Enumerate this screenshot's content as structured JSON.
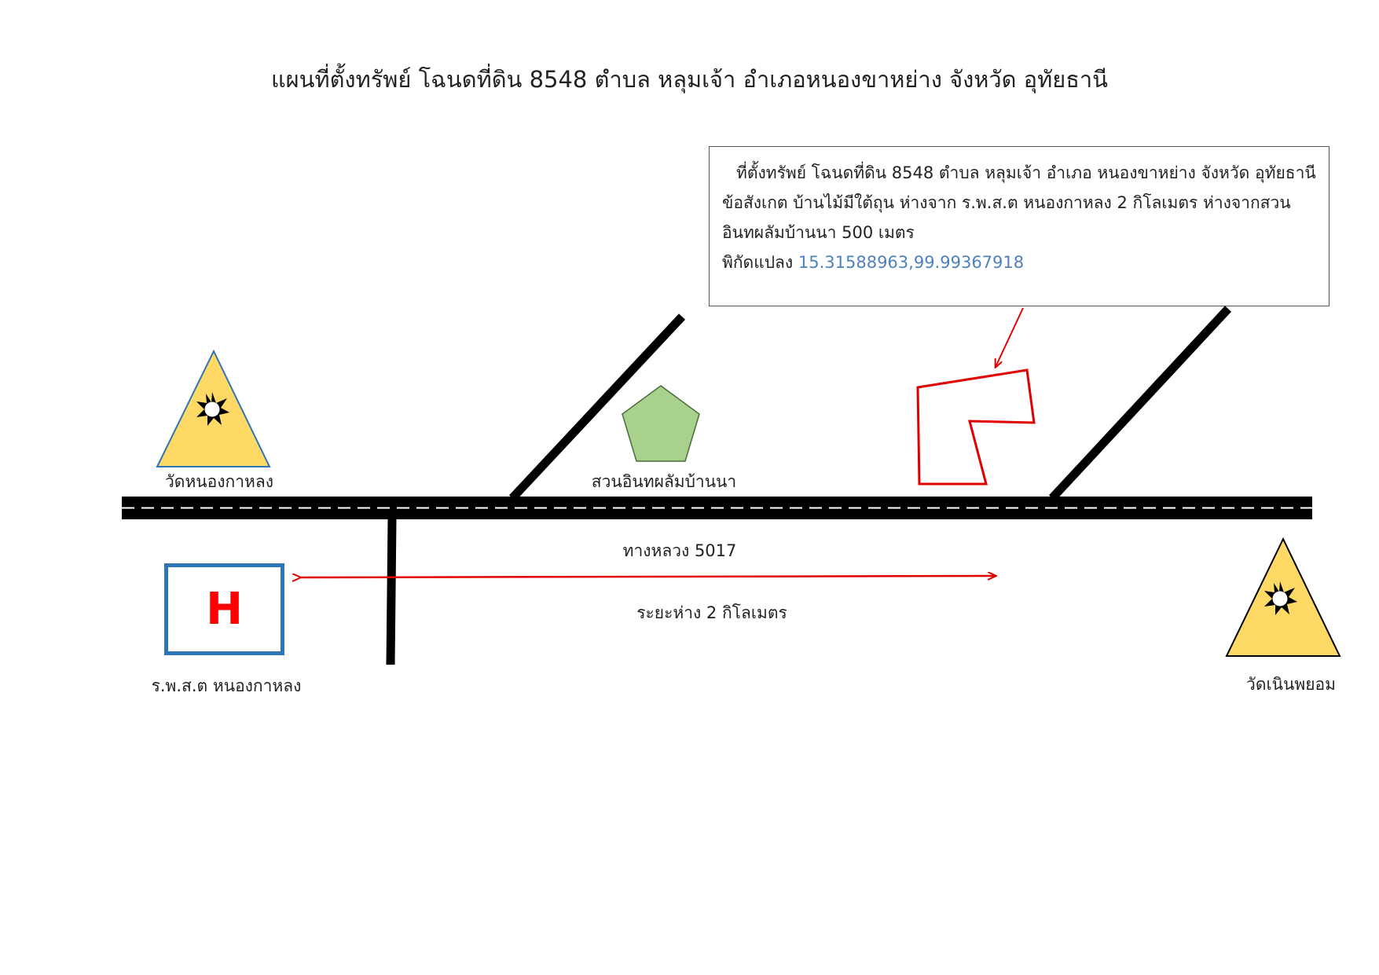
{
  "title": "แผนที่ตั้งทรัพย์ โฉนดที่ดิน 8548 ตำบล หลุมเจ้า อำเภอหนองขาหย่าง จังหวัด อุทัยธานี",
  "info_box": {
    "line1": "ที่ตั้งทรัพย์ โฉนดที่ดิน 8548 ตำบล หลุมเจ้า อำเภอ หนองขาหย่าง จังหวัด อุทัยธานี",
    "line2": "ข้อสังเกต บ้านไม้มีใต้ถุน ห่างจาก ร.พ.ส.ต หนองกาหลง 2 กิโลเมตร  ห่างจากสวน",
    "line3": "อินทผลัมบ้านนา 500 เมตร",
    "coord_label": "พิกัดแปลง",
    "coord_value": "15.31588963,99.99367918",
    "coord_color": "#4f81bd"
  },
  "landmarks": {
    "temple_left": "วัดหนองกาหลง",
    "temple_right": "วัดเนินพยอม",
    "park": "สวนอินทผลัมบ้านนา",
    "clinic": "ร.พ.ส.ต หนองกาหลง",
    "clinic_symbol": "H"
  },
  "road": {
    "name": "ทางหลวง 5017",
    "distance_label": "ระยะห่าง 2 กิโลเมตร"
  },
  "colors": {
    "temple_fill": "#ffd966",
    "temple_stroke": "#2e75b6",
    "park_fill": "#a9d18e",
    "plot_outline": "#e00000",
    "clinic_border": "#2e75b6",
    "clinic_symbol": "#ff0000",
    "road": "#000000"
  },
  "icons": {
    "temple": "dharma-wheel-icon",
    "park": "pentagon-icon",
    "plot": "property-plot-outline",
    "clinic": "hospital-h-icon"
  }
}
